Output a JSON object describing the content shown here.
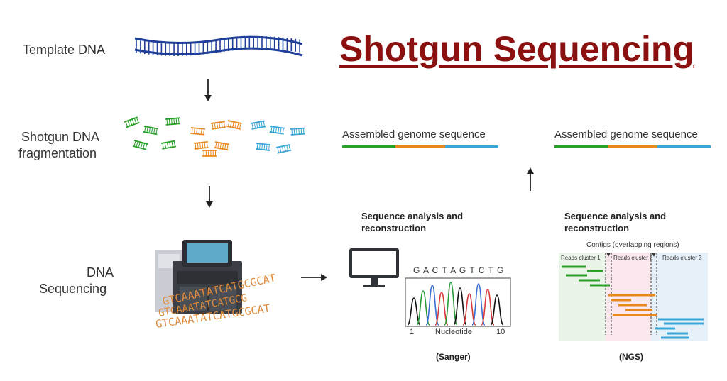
{
  "title": "Shotgun Sequencing",
  "steps": {
    "template": "Template DNA",
    "fragmentation_line1": "Shotgun DNA",
    "fragmentation_line2": "fragmentation",
    "sequencing_line1": "DNA",
    "sequencing_line2": "Sequencing"
  },
  "sequencer_reads": [
    "GTCAAATATCATGCGCAT",
    "GTCAAATATCATGCG",
    "GTCAAATATCATGCGCAT"
  ],
  "sanger": {
    "assembled_label": "Assembled genome sequence",
    "analysis_line1": "Sequence analysis and",
    "analysis_line2": "reconstruction",
    "bases": "G A C T A G T C T G",
    "axis_start": "1",
    "axis_end": "10",
    "axis_label": "Nucleotide",
    "tag": "(Sanger)"
  },
  "ngs": {
    "assembled_label": "Assembled genome sequence",
    "analysis_line1": "Sequence analysis and",
    "analysis_line2": "reconstruction",
    "contigs_label": "Contigs (overlapping regions)",
    "cluster1": "Reads cluster 1",
    "cluster2": "Reads cluster 2",
    "cluster3": "Reads cluster 3",
    "tag": "(NGS)"
  },
  "colors": {
    "title": "#8b1010",
    "green": "#2aa02a",
    "orange": "#e8891e",
    "blue": "#3aa6d8",
    "dna": "#1f3f9a"
  }
}
